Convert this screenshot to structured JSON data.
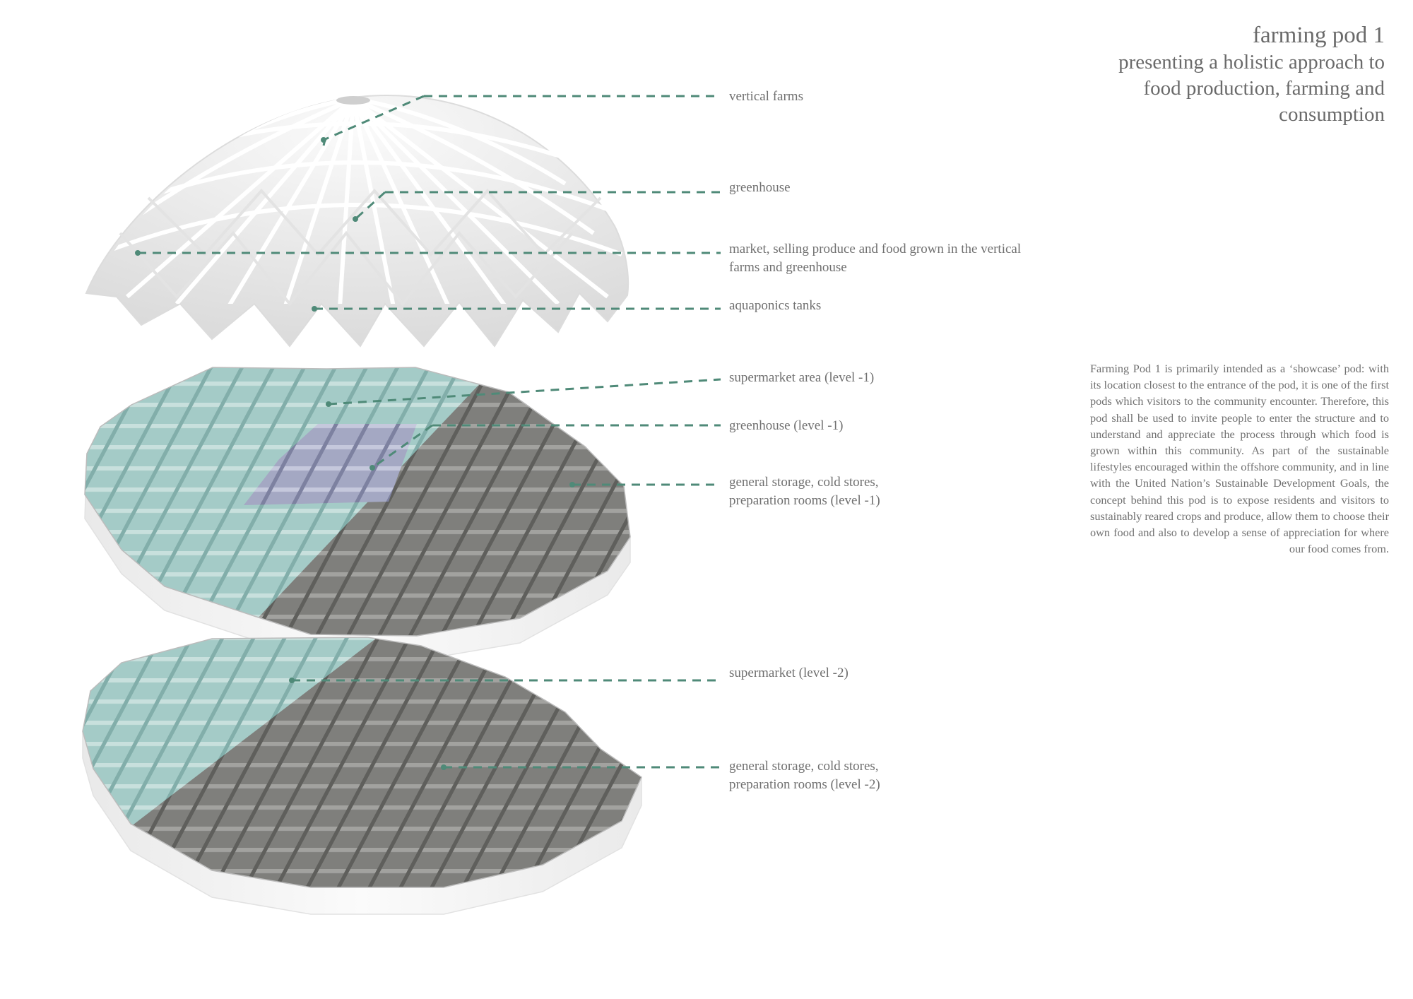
{
  "header": {
    "title": "farming pod 1",
    "subtitle_lines": [
      "presenting a holistic approach to",
      "food production, farming and",
      "consumption"
    ]
  },
  "labels": {
    "vertical_farms": "vertical farms",
    "greenhouse": "greenhouse",
    "market_line1": "market, selling produce and food grown in the vertical",
    "market_line2": "farms and greenhouse",
    "aquaponics": "aquaponics tanks",
    "supermarket_area_l1": "supermarket area (level -1)",
    "greenhouse_l1": "greenhouse (level -1)",
    "storage_l1_line1": "general storage, cold stores,",
    "storage_l1_line2": "preparation rooms (level -1)",
    "supermarket_l2": "supermarket (level -2)",
    "storage_l2_line1": "general storage, cold stores,",
    "storage_l2_line2": "preparation rooms (level -2)"
  },
  "description": "Farming Pod 1 is primarily intended as a ‘showcase’ pod: with its location closest to the entrance of the pod, it is one of the first pods which visitors to the community encounter. Therefore, this pod shall be used to invite people to enter the structure and to understand and appreciate the process through which food is grown within this community. As part of the sustainable lifestyles encouraged within the offshore community, and in line with the United Nation’s Sustainable Development Goals, the concept behind this pod is to expose residents and visitors to sustainably reared crops and produce, allow them to choose their own food and also to develop a sense of appreciation for where our food comes from.",
  "colors": {
    "leader": "#4f8a78",
    "supermarket_zone": "#9fc6c3",
    "storage_zone": "#7e7e7b",
    "greenhouse_zone": "#a3a7c2",
    "slab_edge": "#f4f4f4",
    "dome_frame": "#ffffff",
    "text": "#707070"
  }
}
